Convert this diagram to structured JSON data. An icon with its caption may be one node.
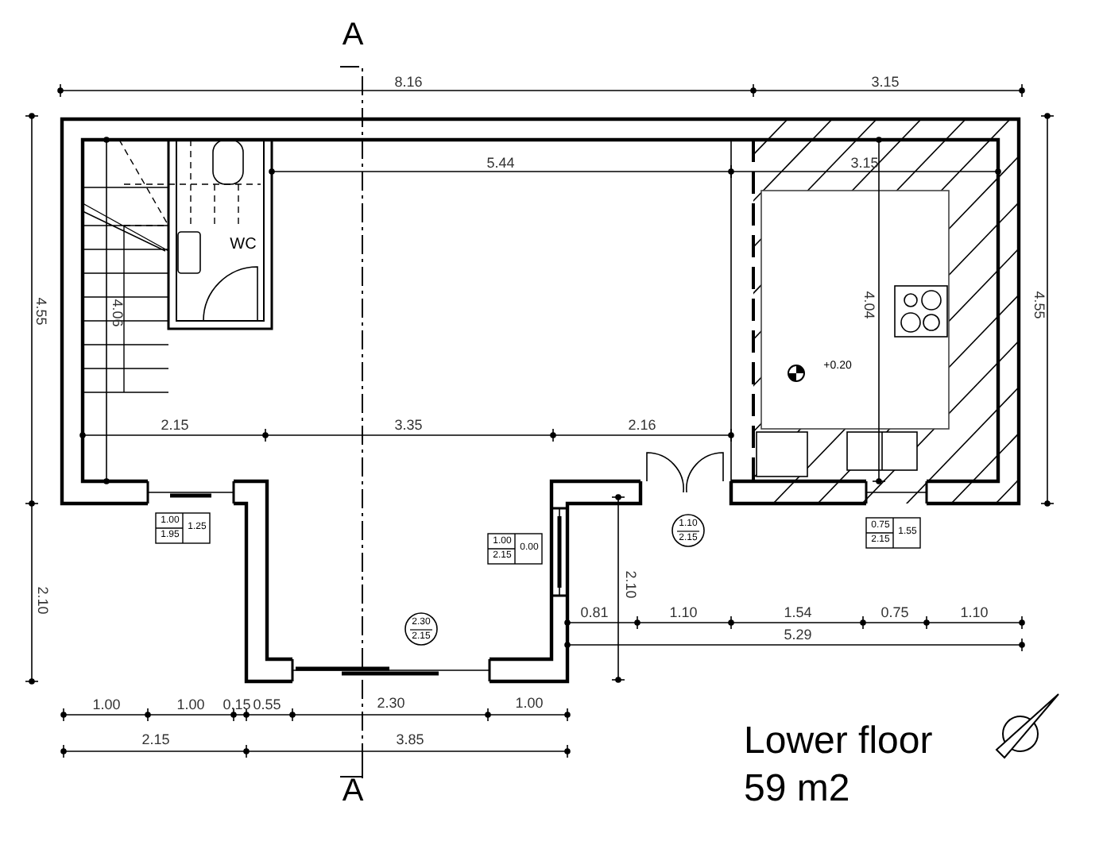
{
  "diagram": {
    "title": "Lower floor 59 m2",
    "labels": [
      "A",
      "8.16",
      "3.15",
      "5.44",
      "3.15",
      "WC",
      "4.55",
      "4.06",
      "4.04",
      "4.55",
      "+0.20",
      "2.15",
      "3.35",
      "2.16",
      "1.00",
      "1.95",
      "1.25",
      "1.00",
      "2.15",
      "0.00",
      "1.10",
      "2.15",
      "0.75",
      "2.15",
      "1.55",
      "2.10",
      "2.10",
      "2.30",
      "2.15",
      "0.81",
      "1.10",
      "1.54",
      "0.75",
      "1.10",
      "5.29",
      "1.00",
      "1.00",
      "0.15",
      "0.55",
      "2.30",
      "1.00",
      "2.15",
      "3.85",
      "A"
    ]
  }
}
